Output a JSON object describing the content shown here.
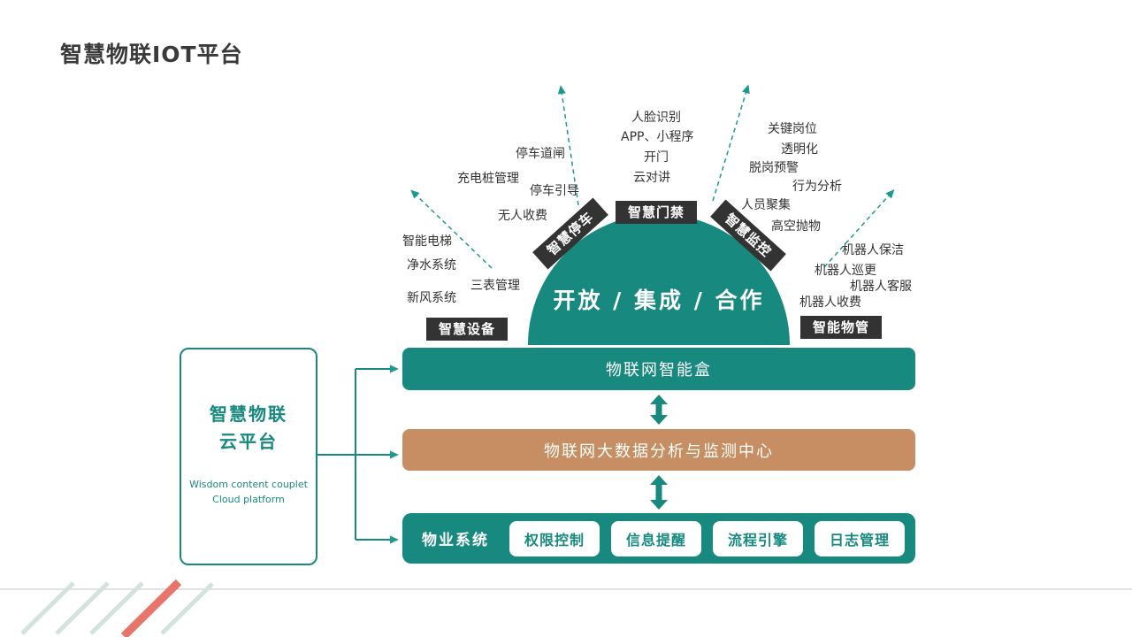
{
  "page": {
    "title": "智慧物联IOT平台"
  },
  "dome": {
    "label": "开放 / 集成 / 合作"
  },
  "badges": {
    "parking": "智慧停车",
    "access": "智慧门禁",
    "monitor": "智慧监控",
    "device": "智慧设备",
    "property": "智能物管"
  },
  "features": {
    "parking": [
      "停车道闸",
      "充电桩管理",
      "停车引导",
      "无人收费"
    ],
    "access": [
      "人脸识别",
      "APP、小程序",
      "开门",
      "云对讲"
    ],
    "monitor": [
      "关键岗位",
      "透明化",
      "脱岗预警",
      "行为分析",
      "人员聚集",
      "高空抛物"
    ],
    "device": [
      "智能电梯",
      "净水系统",
      "三表管理",
      "新风系统"
    ],
    "robot": [
      "机器人保洁",
      "机器人巡更",
      "机器人客服",
      "机器人收费"
    ]
  },
  "layers": {
    "smart_box": "物联网智能盒",
    "big_data": "物联网大数据分析与监测中心",
    "property_label": "物业系统",
    "property_modules": [
      "权限控制",
      "信息提醒",
      "流程引擎",
      "日志管理"
    ]
  },
  "cloud": {
    "title_line1": "智慧物联",
    "title_line2": "云平台",
    "subtitle_line1": "Wisdom content couplet",
    "subtitle_line2": "Cloud platform"
  },
  "colors": {
    "teal": "#17897E",
    "tan": "#C68E62",
    "dark_badge": "#333333",
    "coral": "#E8756A"
  }
}
